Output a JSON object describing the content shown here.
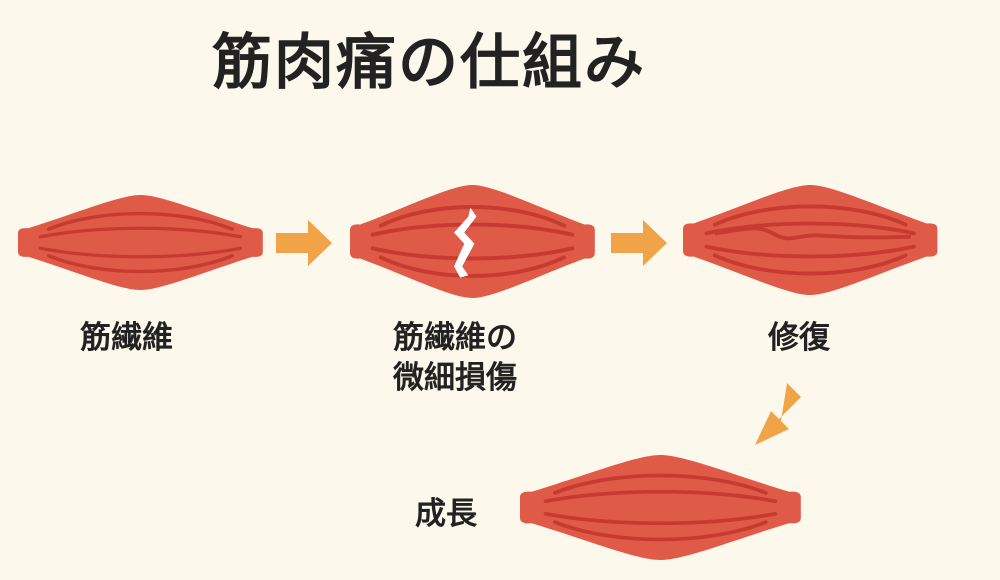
{
  "title": "筋肉痛の仕組み",
  "steps": [
    {
      "label": "筋繊維"
    },
    {
      "label_line1": "筋繊維の",
      "label_line2": "微細損傷"
    },
    {
      "label": "修復"
    },
    {
      "label": "成長"
    }
  ],
  "colors": {
    "background": "#fdf8ec",
    "muscle": "#e05a48",
    "fiber": "#c63a30",
    "arrow": "#f0a447",
    "tear": "#ffffff"
  }
}
